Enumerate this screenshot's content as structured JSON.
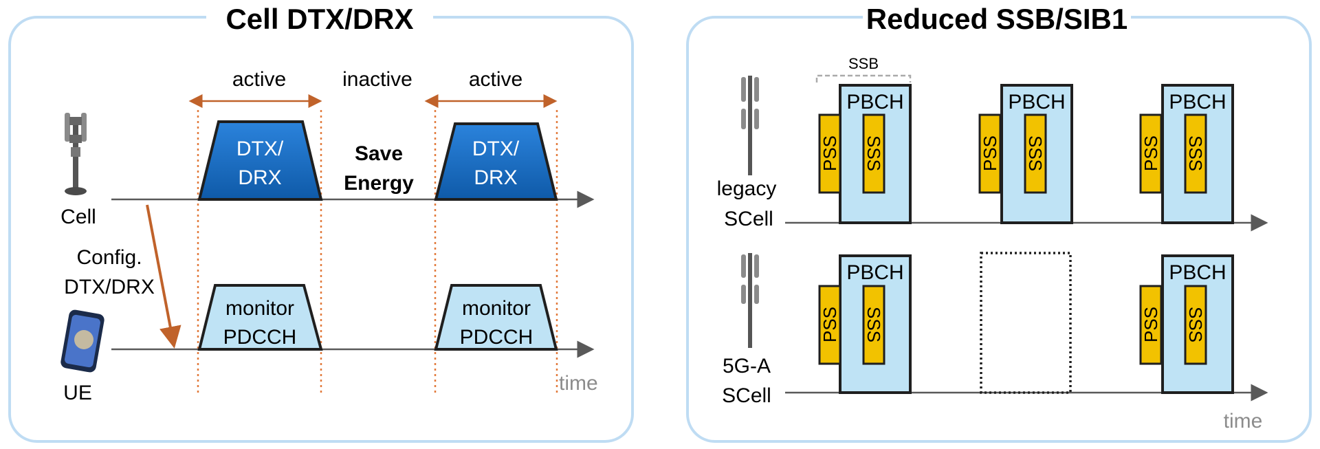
{
  "left": {
    "title": "Cell DTX/DRX",
    "active1": "active",
    "inactive": "inactive",
    "active2": "active",
    "block_top_1": "DTX/",
    "block_bot_1": "DRX",
    "save_1": "Save",
    "save_2": "Energy",
    "block_top_2": "DTX/",
    "block_bot_2": "DRX",
    "cell_label": "Cell",
    "config_1": "Config.",
    "config_2": "DTX/DRX",
    "ue_label": "UE",
    "monitor_1a": "monitor",
    "monitor_1b": "PDCCH",
    "monitor_2a": "monitor",
    "monitor_2b": "PDCCH",
    "time": "time"
  },
  "right": {
    "title": "Reduced SSB/SIB1",
    "ssb": "SSB",
    "legacy_1": "legacy",
    "legacy_2": "SCell",
    "fiveg_1": "5G-A",
    "fiveg_2": "SCell",
    "pbch": "PBCH",
    "pss": "PSS",
    "sss": "SSS",
    "time": "time"
  },
  "colors": {
    "dtx_block": "#1a6fc4",
    "monitor_block": "#bfe3f5",
    "pbch_block": "#bfe3f5",
    "sync_block": "#f2c200",
    "arrow": "#c0622a",
    "panel_border": "#bfdcf3"
  }
}
